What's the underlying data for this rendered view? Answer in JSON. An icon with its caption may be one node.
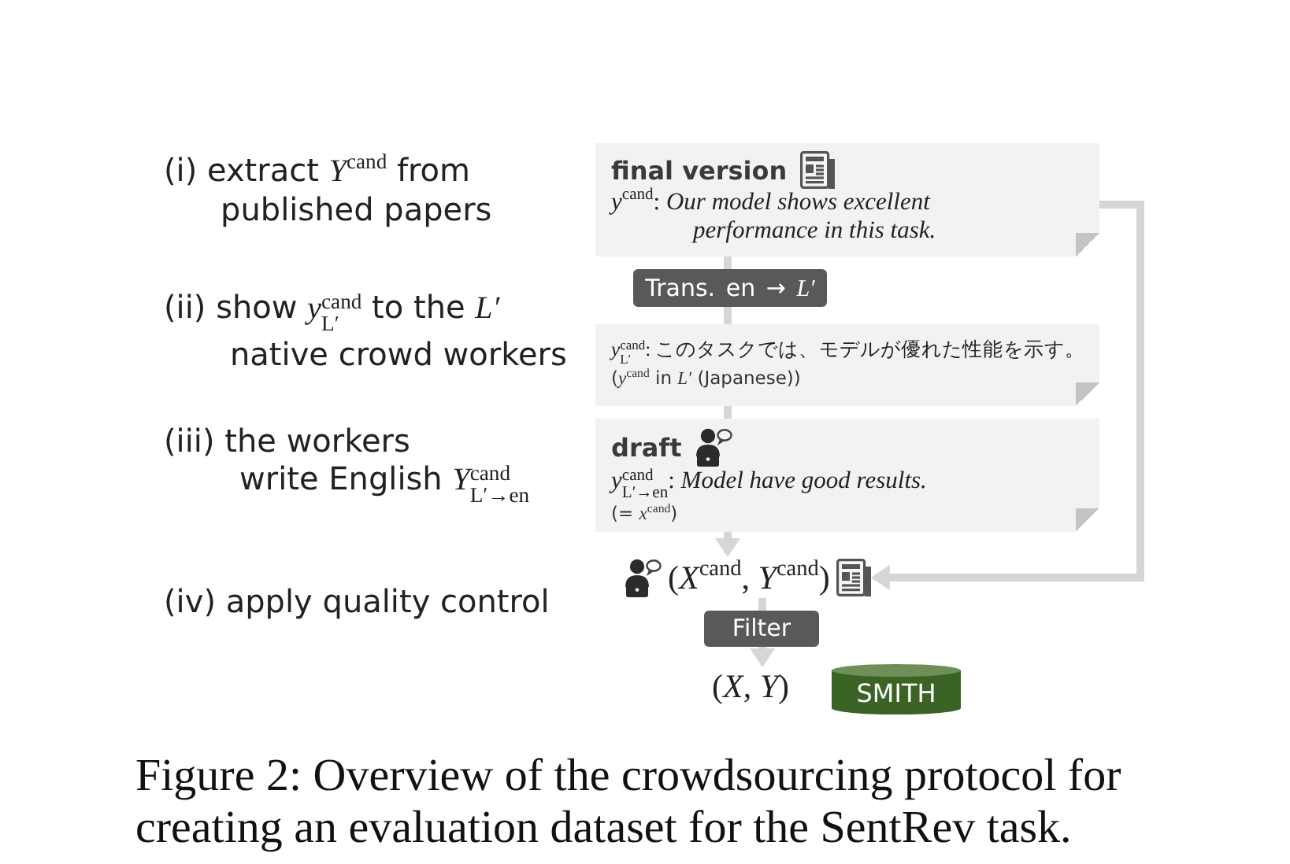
{
  "diagram": {
    "caption": "Figure 2: Overview of the crowdsourcing protocol for creating an evaluation dataset for the SentRev task.",
    "nodes": [
      {
        "text": [
          "final version",
          "*y*$^{cand}$: *Our model shows excellent performance in this task.*"
        ]
      },
      {
        "text": [
          "Trans. en → *L′*"
        ]
      },
      {
        "text": [
          "*y*$^{cand}$$_{L′}$: このタスクでは、モデルが優れた性能を示す。",
          "(*y*$^{cand}$ in *L′* (Japanese))"
        ]
      },
      {
        "text": [
          "draft",
          "*y*$^{cand}$$_{L′→en}$: *Model have good results.*",
          "(= *x*$^{cand}$)"
        ]
      },
      {
        "text": [
          "(*X*$^{cand}$, *Y*$^{cand}$)"
        ]
      },
      {
        "text": [
          "Filter"
        ]
      },
      {
        "text": [
          "(*X*, *Y*)"
        ]
      },
      {
        "text": [
          "SMITH"
        ]
      }
    ],
    "edges": [
      {
        "from": 0,
        "to": 1,
        "arrow": "none"
      },
      {
        "from": 1,
        "to": 2,
        "arrow": "none"
      },
      {
        "from": 2,
        "to": 3,
        "arrow": "none"
      },
      {
        "from": 3,
        "to": 4,
        "arrow": "to"
      },
      {
        "from": 0,
        "to": 4,
        "arrow": "to"
      },
      {
        "from": 4,
        "to": 5,
        "arrow": "none"
      },
      {
        "from": 5,
        "to": 6,
        "arrow": "to"
      }
    ],
    "labels": [
      "(i) extract *Y*$^{cand}$ from published papers",
      "(ii) show *y*$^{cand}$$_{L′}$ to the *L′* native crowd workers",
      "(iii) the workers write English *Y*$^{cand}$$_{L′→en}$",
      "(iv) apply quality control"
    ]
  }
}
